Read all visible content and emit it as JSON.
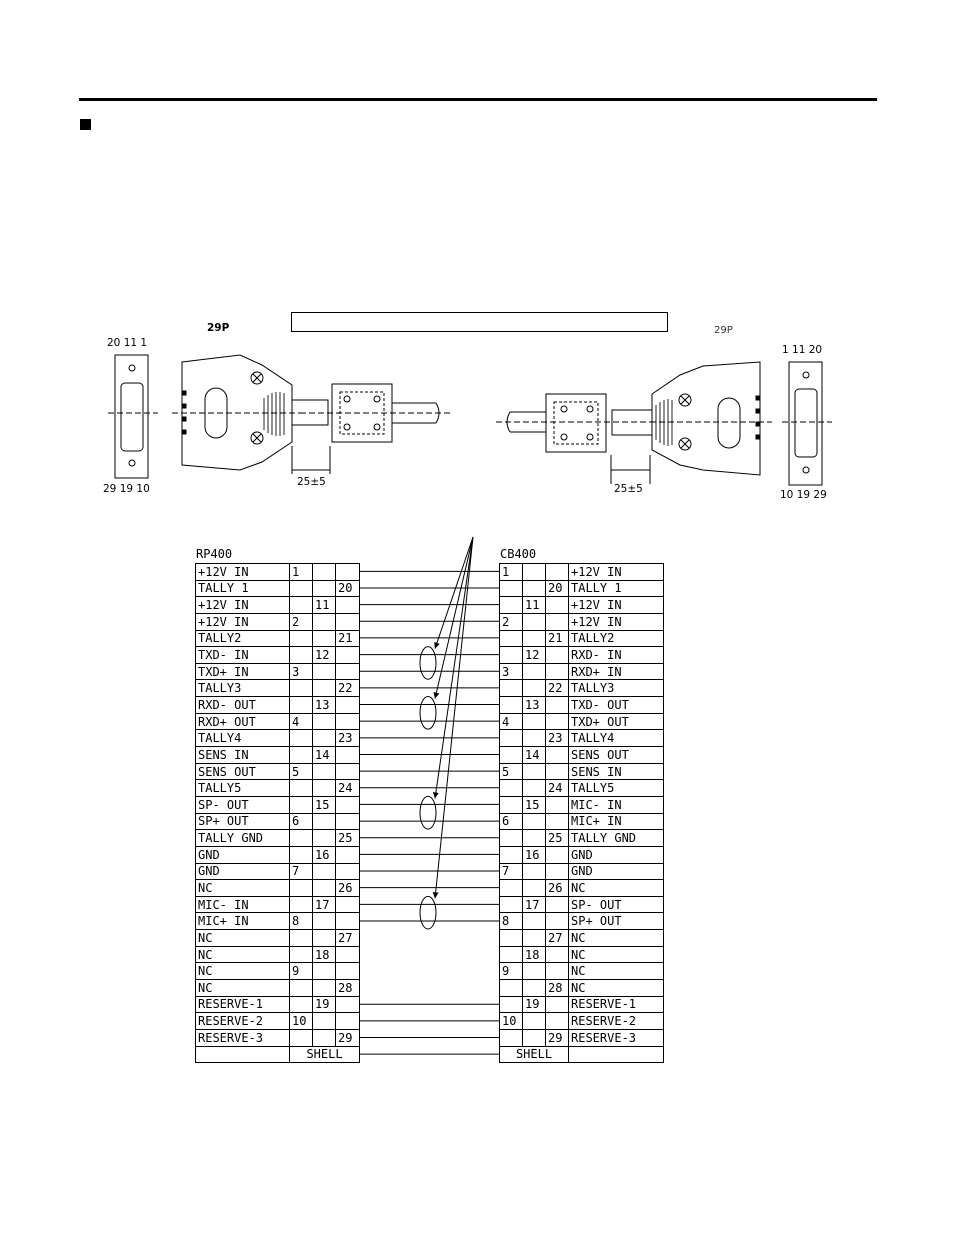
{
  "connector_labels": {
    "left_type": "29P",
    "right_type": "29P",
    "left_pins_top": "20  11   1",
    "left_pins_bottom": "29  19   10",
    "right_pins_top": "1   11  20",
    "right_pins_bottom": "10  19  29",
    "left_dim": "25±5",
    "right_dim": "25±5"
  },
  "left_table": {
    "title": "RP400",
    "rows": [
      {
        "name": "+12V IN",
        "c1": "1",
        "c2": "",
        "c3": ""
      },
      {
        "name": "TALLY 1",
        "c1": "",
        "c2": "",
        "c3": "20"
      },
      {
        "name": "+12V IN",
        "c1": "",
        "c2": "11",
        "c3": ""
      },
      {
        "name": "+12V IN",
        "c1": "2",
        "c2": "",
        "c3": ""
      },
      {
        "name": "TALLY2",
        "c1": "",
        "c2": "",
        "c3": "21"
      },
      {
        "name": "TXD- IN",
        "c1": "",
        "c2": "12",
        "c3": ""
      },
      {
        "name": "TXD+ IN",
        "c1": "3",
        "c2": "",
        "c3": ""
      },
      {
        "name": "TALLY3",
        "c1": "",
        "c2": "",
        "c3": "22"
      },
      {
        "name": "RXD- OUT",
        "c1": "",
        "c2": "13",
        "c3": ""
      },
      {
        "name": "RXD+ OUT",
        "c1": "4",
        "c2": "",
        "c3": ""
      },
      {
        "name": "TALLY4",
        "c1": "",
        "c2": "",
        "c3": "23"
      },
      {
        "name": "SENS IN",
        "c1": "",
        "c2": "14",
        "c3": ""
      },
      {
        "name": "SENS OUT",
        "c1": "5",
        "c2": "",
        "c3": ""
      },
      {
        "name": "TALLY5",
        "c1": "",
        "c2": "",
        "c3": "24"
      },
      {
        "name": "SP- OUT",
        "c1": "",
        "c2": "15",
        "c3": ""
      },
      {
        "name": "SP+ OUT",
        "c1": "6",
        "c2": "",
        "c3": ""
      },
      {
        "name": "TALLY GND",
        "c1": "",
        "c2": "",
        "c3": "25"
      },
      {
        "name": "GND",
        "c1": "",
        "c2": "16",
        "c3": ""
      },
      {
        "name": "GND",
        "c1": "7",
        "c2": "",
        "c3": ""
      },
      {
        "name": "NC",
        "c1": "",
        "c2": "",
        "c3": "26"
      },
      {
        "name": "MIC- IN",
        "c1": "",
        "c2": "17",
        "c3": ""
      },
      {
        "name": "MIC+ IN",
        "c1": "8",
        "c2": "",
        "c3": ""
      },
      {
        "name": "NC",
        "c1": "",
        "c2": "",
        "c3": "27"
      },
      {
        "name": "NC",
        "c1": "",
        "c2": "18",
        "c3": ""
      },
      {
        "name": "NC",
        "c1": "9",
        "c2": "",
        "c3": ""
      },
      {
        "name": "NC",
        "c1": "",
        "c2": "",
        "c3": "28"
      },
      {
        "name": "RESERVE-1",
        "c1": "",
        "c2": "19",
        "c3": ""
      },
      {
        "name": "RESERVE-2",
        "c1": "10",
        "c2": "",
        "c3": ""
      },
      {
        "name": "RESERVE-3",
        "c1": "",
        "c2": "",
        "c3": "29"
      }
    ],
    "shell_label": "SHELL"
  },
  "right_table": {
    "title": "CB400",
    "rows": [
      {
        "c1": "1",
        "c2": "",
        "c3": "",
        "name": "+12V IN"
      },
      {
        "c1": "",
        "c2": "",
        "c3": "20",
        "name": "TALLY 1"
      },
      {
        "c1": "",
        "c2": "11",
        "c3": "",
        "name": "+12V IN"
      },
      {
        "c1": "2",
        "c2": "",
        "c3": "",
        "name": "+12V IN"
      },
      {
        "c1": "",
        "c2": "",
        "c3": "21",
        "name": "TALLY2"
      },
      {
        "c1": "",
        "c2": "12",
        "c3": "",
        "name": "RXD- IN"
      },
      {
        "c1": "3",
        "c2": "",
        "c3": "",
        "name": "RXD+ IN"
      },
      {
        "c1": "",
        "c2": "",
        "c3": "22",
        "name": "TALLY3"
      },
      {
        "c1": "",
        "c2": "13",
        "c3": "",
        "name": "TXD- OUT"
      },
      {
        "c1": "4",
        "c2": "",
        "c3": "",
        "name": "TXD+ OUT"
      },
      {
        "c1": "",
        "c2": "",
        "c3": "23",
        "name": "TALLY4"
      },
      {
        "c1": "",
        "c2": "14",
        "c3": "",
        "name": "SENS OUT"
      },
      {
        "c1": "5",
        "c2": "",
        "c3": "",
        "name": "SENS IN"
      },
      {
        "c1": "",
        "c2": "",
        "c3": "24",
        "name": "TALLY5"
      },
      {
        "c1": "",
        "c2": "15",
        "c3": "",
        "name": "MIC- IN"
      },
      {
        "c1": "6",
        "c2": "",
        "c3": "",
        "name": "MIC+ IN"
      },
      {
        "c1": "",
        "c2": "",
        "c3": "25",
        "name": "TALLY GND"
      },
      {
        "c1": "",
        "c2": "16",
        "c3": "",
        "name": "GND"
      },
      {
        "c1": "7",
        "c2": "",
        "c3": "",
        "name": "GND"
      },
      {
        "c1": "",
        "c2": "",
        "c3": "26",
        "name": "NC"
      },
      {
        "c1": "",
        "c2": "17",
        "c3": "",
        "name": "SP- OUT"
      },
      {
        "c1": "8",
        "c2": "",
        "c3": "",
        "name": "SP+ OUT"
      },
      {
        "c1": "",
        "c2": "",
        "c3": "27",
        "name": "NC"
      },
      {
        "c1": "",
        "c2": "18",
        "c3": "",
        "name": "NC"
      },
      {
        "c1": "9",
        "c2": "",
        "c3": "",
        "name": "NC"
      },
      {
        "c1": "",
        "c2": "",
        "c3": "28",
        "name": "NC"
      },
      {
        "c1": "",
        "c2": "19",
        "c3": "",
        "name": "RESERVE-1"
      },
      {
        "c1": "10",
        "c2": "",
        "c3": "",
        "name": "RESERVE-2"
      },
      {
        "c1": "",
        "c2": "",
        "c3": "29",
        "name": "RESERVE-3"
      }
    ],
    "shell_label": "SHELL"
  },
  "wired_rows": [
    0,
    1,
    2,
    3,
    4,
    5,
    6,
    7,
    8,
    9,
    10,
    11,
    12,
    13,
    14,
    15,
    16,
    17,
    18,
    19,
    20,
    21,
    26,
    27,
    28,
    29
  ],
  "twisted_pairs": [
    [
      5,
      6
    ],
    [
      8,
      9
    ],
    [
      14,
      15
    ],
    [
      20,
      21
    ]
  ]
}
